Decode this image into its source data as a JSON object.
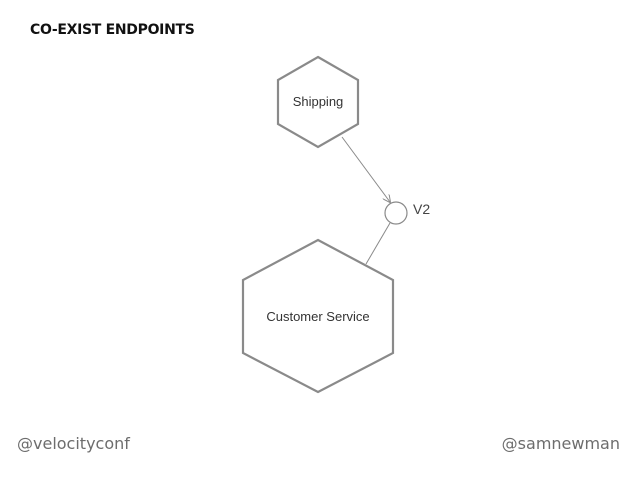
{
  "slide": {
    "title": "CO-EXIST ENDPOINTS",
    "footer_left": "@velocityconf",
    "footer_right": "@samnewman"
  },
  "diagram": {
    "nodes": {
      "shipping": {
        "label": "Shipping"
      },
      "customer_service": {
        "label": "Customer Service"
      }
    },
    "endpoint": {
      "label": "V2"
    }
  },
  "colors": {
    "outline": "#8a8a8a",
    "text": "#333333",
    "footer": "#6d6d6d"
  }
}
